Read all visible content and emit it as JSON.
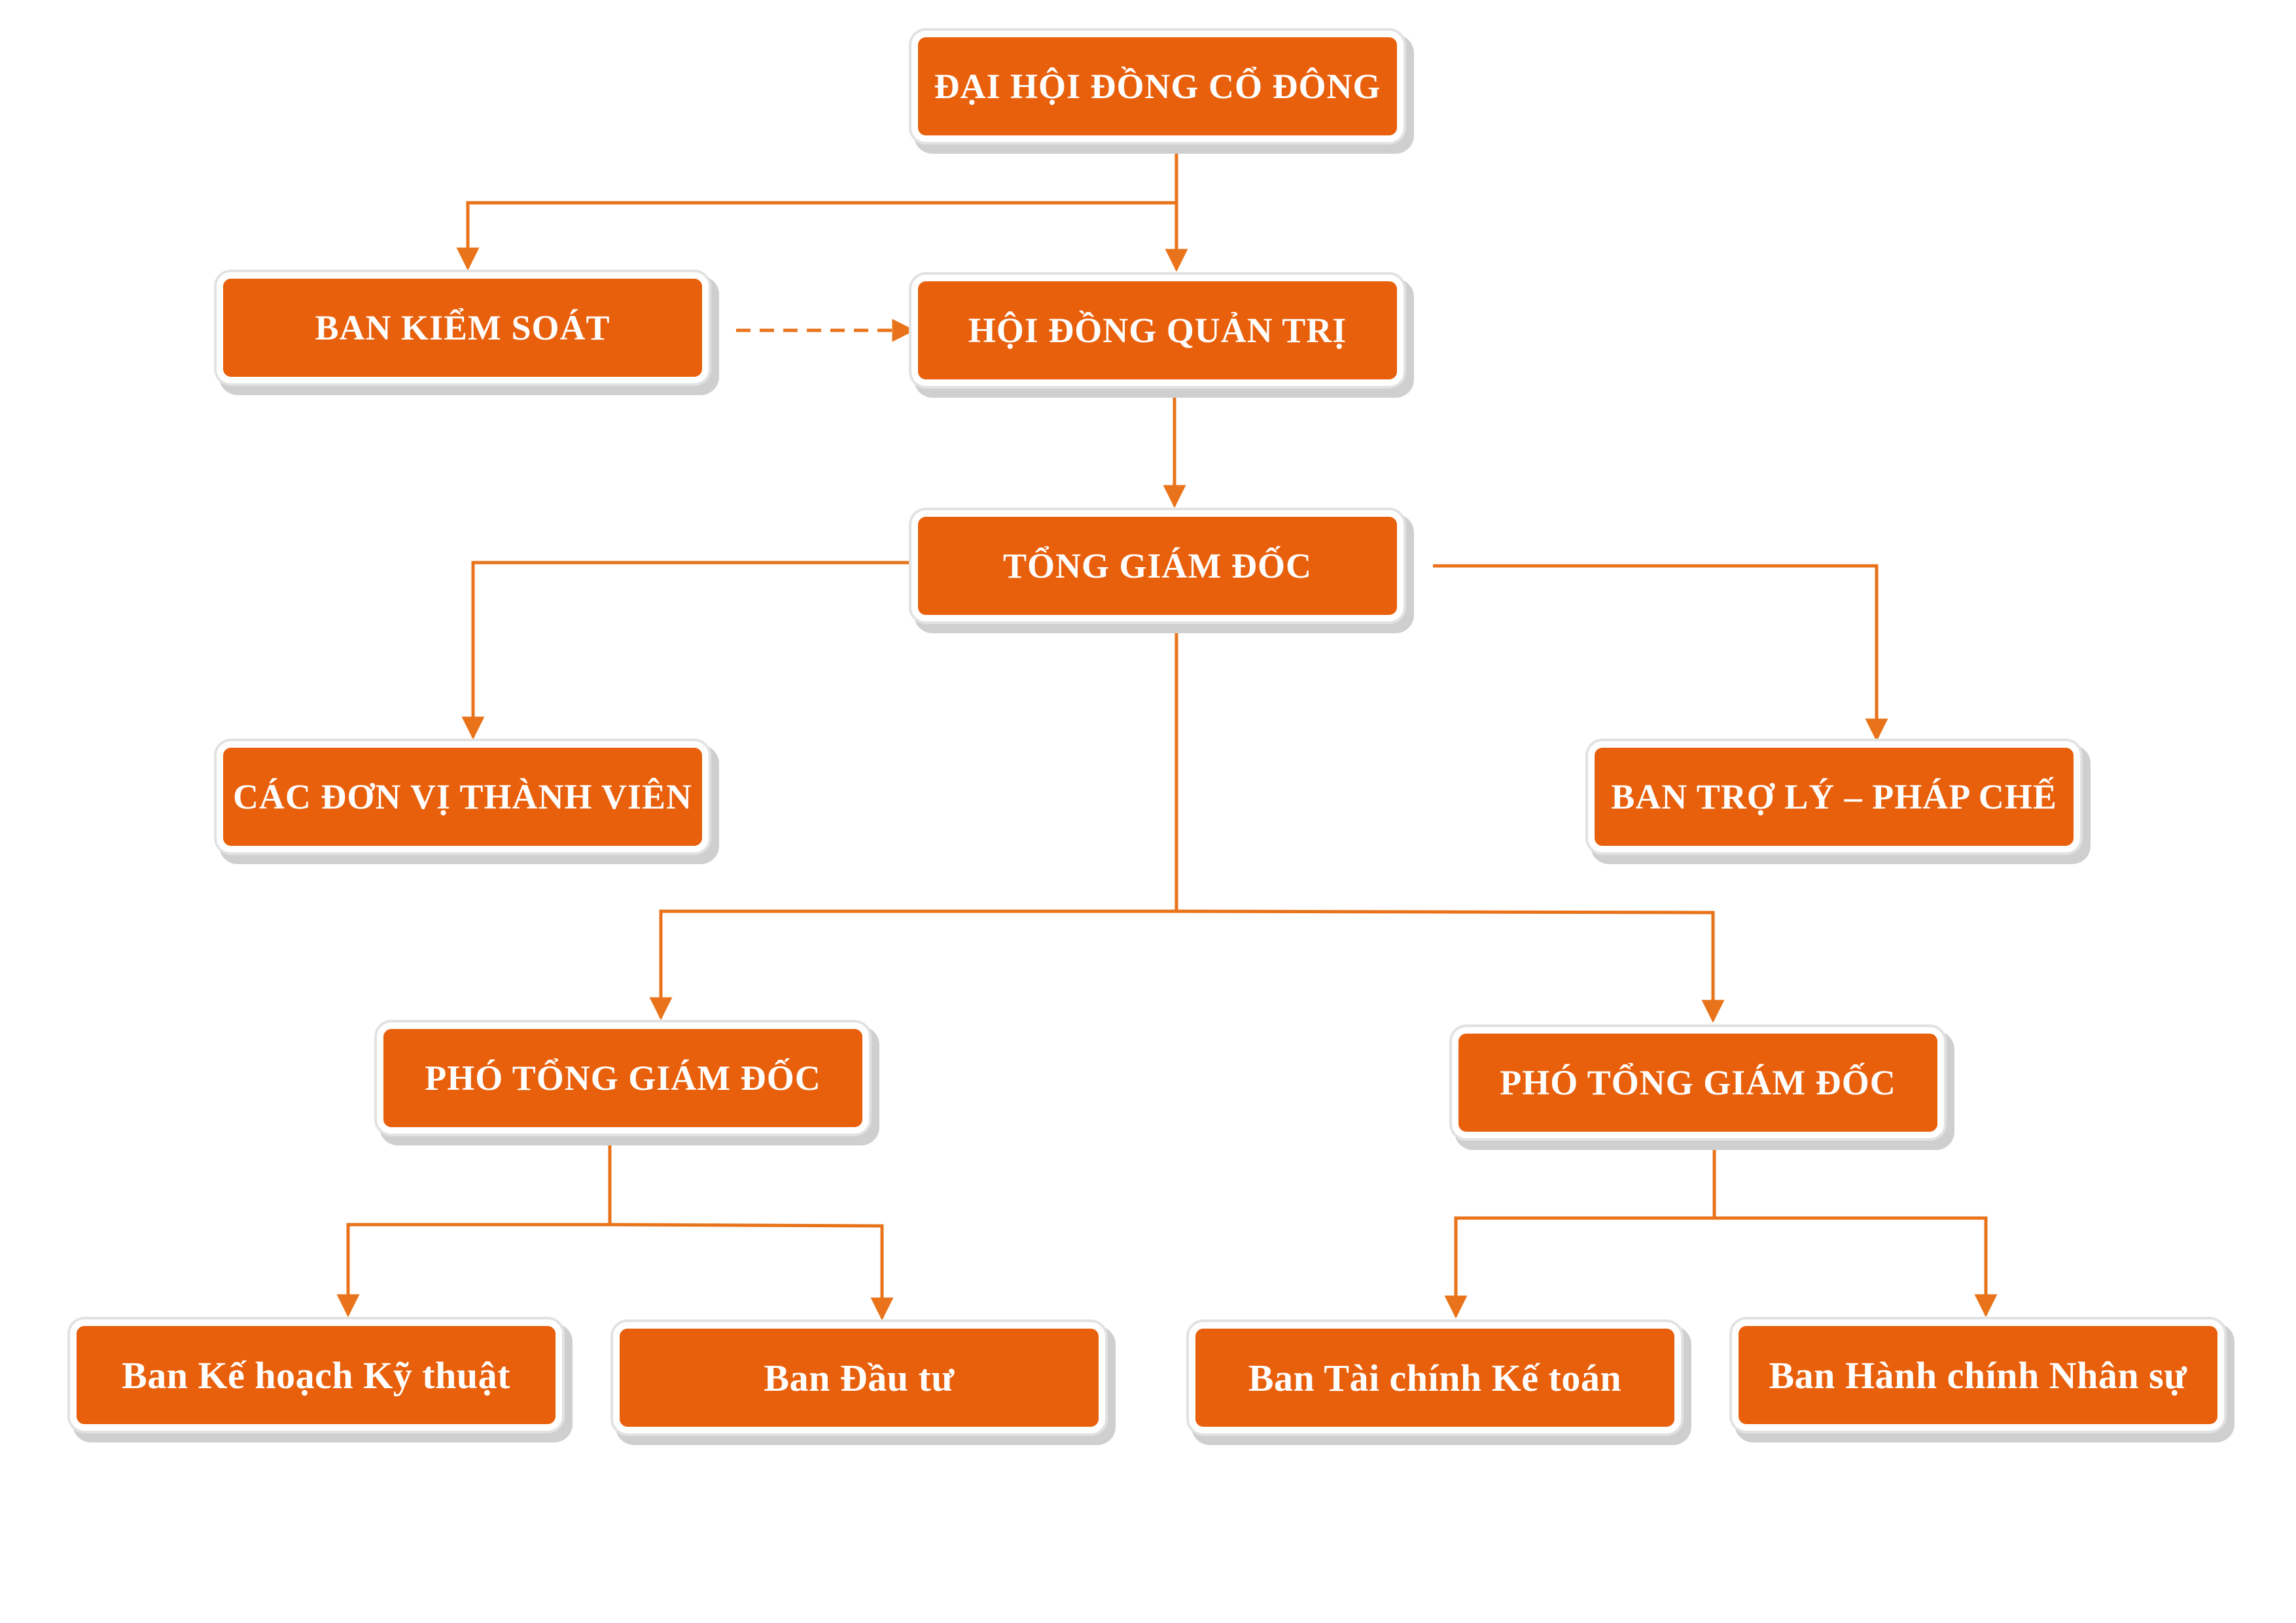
{
  "diagram": {
    "nodes": {
      "dhdcd": "ĐẠI HỘI ĐỒNG CỔ ĐÔNG",
      "bks": "BAN KIỂM SOÁT",
      "hdqt": "HỘI ĐỒNG QUẢN TRỊ",
      "tgd": "TỔNG GIÁM ĐỐC",
      "dvtv": "CÁC ĐƠN VỊ THÀNH VIÊN",
      "btlpc": "BAN TRỢ LÝ – PHÁP CHẾ",
      "ptgd1": "PHÓ TỔNG GIÁM ĐỐC",
      "ptgd2": "PHÓ TỔNG GIÁM ĐỐC",
      "bkhkt": "Ban Kế hoạch Kỹ thuật",
      "bdt": "Ban Đầu tư",
      "btckt": "Ban Tài chính Kế toán",
      "bhcns": "Ban Hành chính Nhân sự"
    },
    "colors": {
      "box": "#e8600c",
      "connector": "#e8731a",
      "text": "#ffffff"
    },
    "edges": [
      {
        "from": "dhdcd",
        "to": "bks",
        "style": "solid"
      },
      {
        "from": "dhdcd",
        "to": "hdqt",
        "style": "solid"
      },
      {
        "from": "bks",
        "to": "hdqt",
        "style": "dashed"
      },
      {
        "from": "hdqt",
        "to": "tgd",
        "style": "solid"
      },
      {
        "from": "tgd",
        "to": "dvtv",
        "style": "solid"
      },
      {
        "from": "tgd",
        "to": "btlpc",
        "style": "solid"
      },
      {
        "from": "tgd",
        "to": "ptgd1",
        "style": "solid"
      },
      {
        "from": "tgd",
        "to": "ptgd2",
        "style": "solid"
      },
      {
        "from": "ptgd1",
        "to": "bkhkt",
        "style": "solid"
      },
      {
        "from": "ptgd1",
        "to": "bdt",
        "style": "solid"
      },
      {
        "from": "ptgd2",
        "to": "btckt",
        "style": "solid"
      },
      {
        "from": "ptgd2",
        "to": "bhcns",
        "style": "solid"
      }
    ]
  }
}
